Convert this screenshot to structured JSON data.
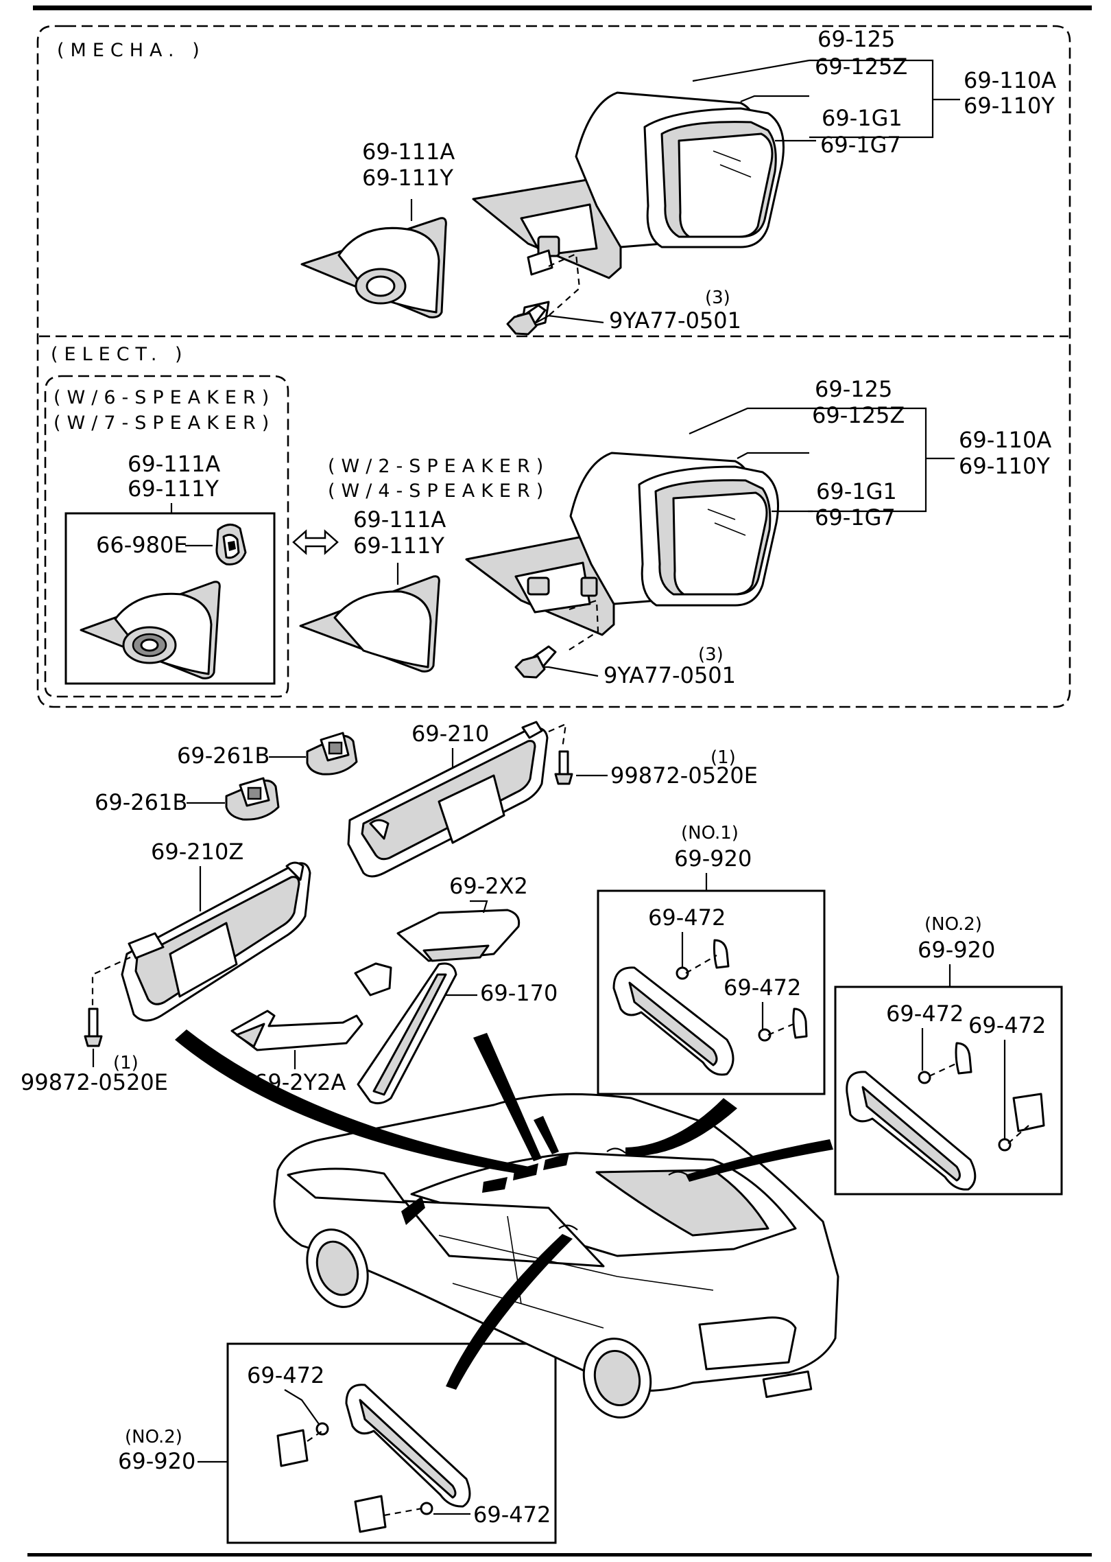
{
  "sections": {
    "mecha": "(MECHA. )",
    "elect": "(ELECT. )"
  },
  "variants": {
    "w6": "(W/6-SPEAKER)",
    "w7": "(W/7-SPEAKER)",
    "w2": "(W/2-SPEAKER)",
    "w4": "(W/4-SPEAKER)",
    "no1": "(NO.1)",
    "no2": "(NO.2)"
  },
  "parts": {
    "p69_125": "69-125",
    "p69_125z": "69-125Z",
    "p69_110a": "69-110A",
    "p69_110y": "69-110Y",
    "p69_1g1": "69-1G1",
    "p69_1g7": "69-1G7",
    "p69_111a": "69-111A",
    "p69_111y": "69-111Y",
    "p9ya77": "9YA77-0501",
    "p66_980e": "66-980E",
    "p69_261b": "69-261B",
    "p69_210": "69-210",
    "p69_210z": "69-210Z",
    "p99872": "99872-0520E",
    "p69_2x2": "69-2X2",
    "p69_170": "69-170",
    "p69_2y2a": "69-2Y2A",
    "p69_920": "69-920",
    "p69_472": "69-472"
  },
  "quantities": {
    "q3": "(3)",
    "q1": "(1)"
  }
}
